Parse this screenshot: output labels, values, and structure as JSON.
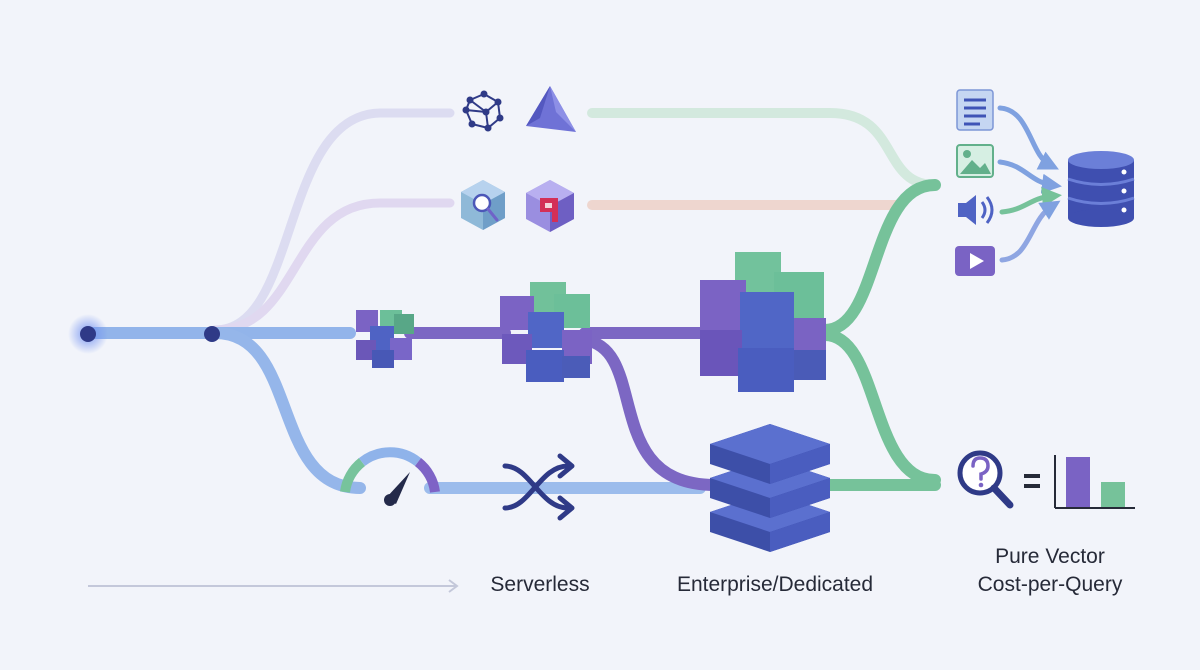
{
  "labels": {
    "serverless": "Serverless",
    "enterprise": "Enterprise/Dedicated",
    "cost_line1": "Pure Vector",
    "cost_line2": "Cost-per-Query"
  },
  "colors": {
    "background": "#f2f4fa",
    "blue": "#8fb3ea",
    "indigo": "#7f6bc4",
    "green": "#76c29a",
    "lavender": "#d8d6f0",
    "mint": "#cfe8dd",
    "peach": "#ecd3cc",
    "navy": "#2f3a87",
    "cube_blue": "#4f63c4",
    "cube_purple": "#7a62c2",
    "cube_green": "#6cc09a"
  },
  "icons": [
    "network-graph-icon",
    "prism-icon",
    "search-cube-icon",
    "query-q-icon",
    "stacked-cubes-icon",
    "gauge-icon",
    "shuffle-icon",
    "server-stack-icon",
    "document-icon",
    "image-icon",
    "audio-icon",
    "video-icon",
    "database-icon",
    "magnifier-question-icon",
    "bar-chart-icon"
  ]
}
